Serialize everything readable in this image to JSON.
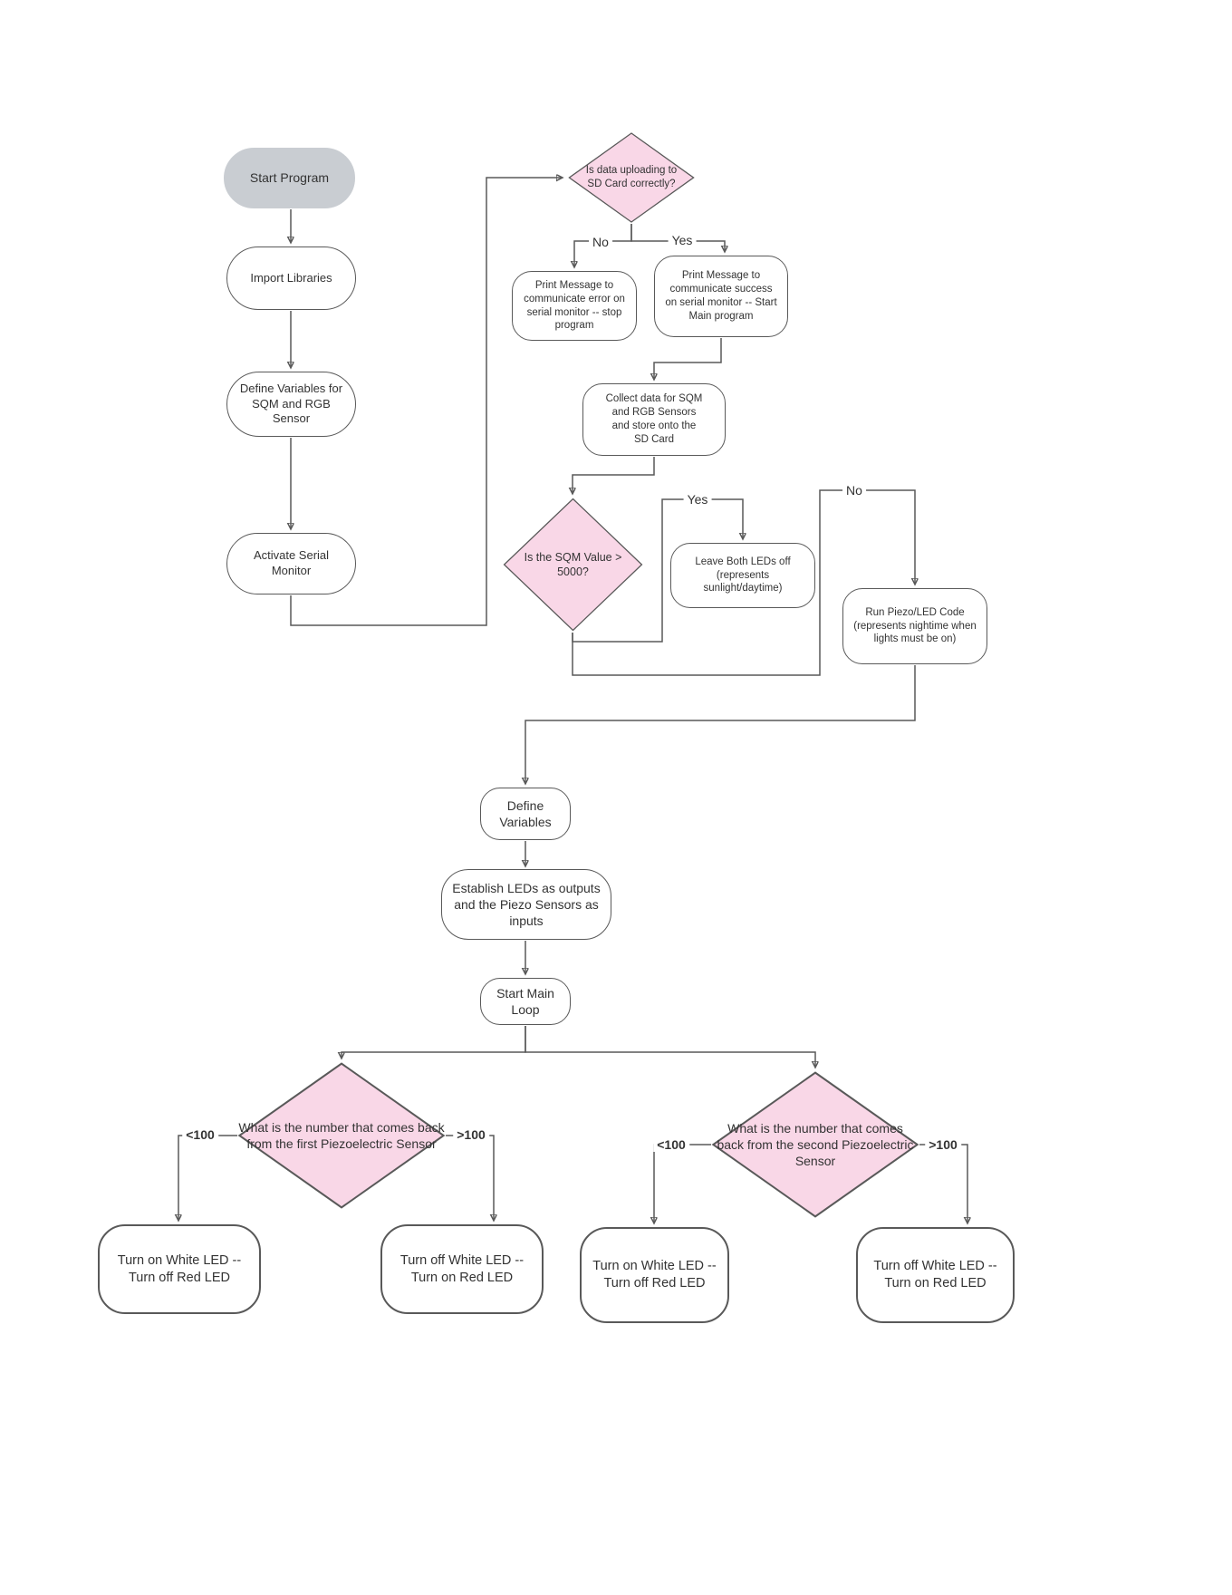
{
  "colors": {
    "canvas_bg": "#ffffff",
    "node_border": "#595959",
    "node_fill": "#ffffff",
    "start_fill": "#c9cdd2",
    "diamond_fill": "#f9d7e7",
    "line": "#595959",
    "text": "#333333"
  },
  "nodes": {
    "start": {
      "label": "Start Program"
    },
    "import_libraries": {
      "label": "Import Libraries"
    },
    "define_vars_sensors": {
      "label": "Define Variables for SQM and RGB Sensor"
    },
    "activate_serial": {
      "label": "Activate Serial Monitor"
    },
    "sd_upload_check": {
      "label": "Is data uploading to SD Card correctly?"
    },
    "print_error": {
      "label": "Print Message to communicate error on serial monitor -- stop program"
    },
    "print_success": {
      "label": "Print Message to communicate success on serial monitor -- Start Main program"
    },
    "collect_data": {
      "label": "Collect data for SQM and RGB Sensors and store onto the SD Card"
    },
    "sqm_check": {
      "label": "Is the SQM Value > 5000?"
    },
    "leds_off": {
      "label": "Leave Both LEDs off (represents sunlight/daytime)"
    },
    "run_piezo": {
      "label": "Run Piezo/LED Code (represents nightime when lights must be on)"
    },
    "define_variables": {
      "label": "Define Variables"
    },
    "establish_leds": {
      "label": "Establish LEDs as outputs and the Piezo Sensors as inputs"
    },
    "start_main_loop": {
      "label": "Start Main Loop"
    },
    "first_piezo_check": {
      "label": "What is the number that comes back from the first Piezoelectric Sensor"
    },
    "white_on_1": {
      "label": "Turn on White LED -- Turn off Red LED"
    },
    "white_off_1": {
      "label": "Turn off White LED -- Turn on Red LED"
    },
    "second_piezo_check": {
      "label": "What is the number that comes back from the second Piezoelectric Sensor"
    },
    "white_on_2": {
      "label": "Turn on White LED -- Turn off Red LED"
    },
    "white_off_2": {
      "label": "Turn off White LED -- Turn on Red LED"
    }
  },
  "edge_labels": {
    "no_top": "No",
    "yes_top": "Yes",
    "yes_sqm": "Yes",
    "no_sqm": "No",
    "lt100_first": "<100",
    "gt100_first": ">100",
    "lt100_second": "<100",
    "gt100_second": ">100"
  }
}
